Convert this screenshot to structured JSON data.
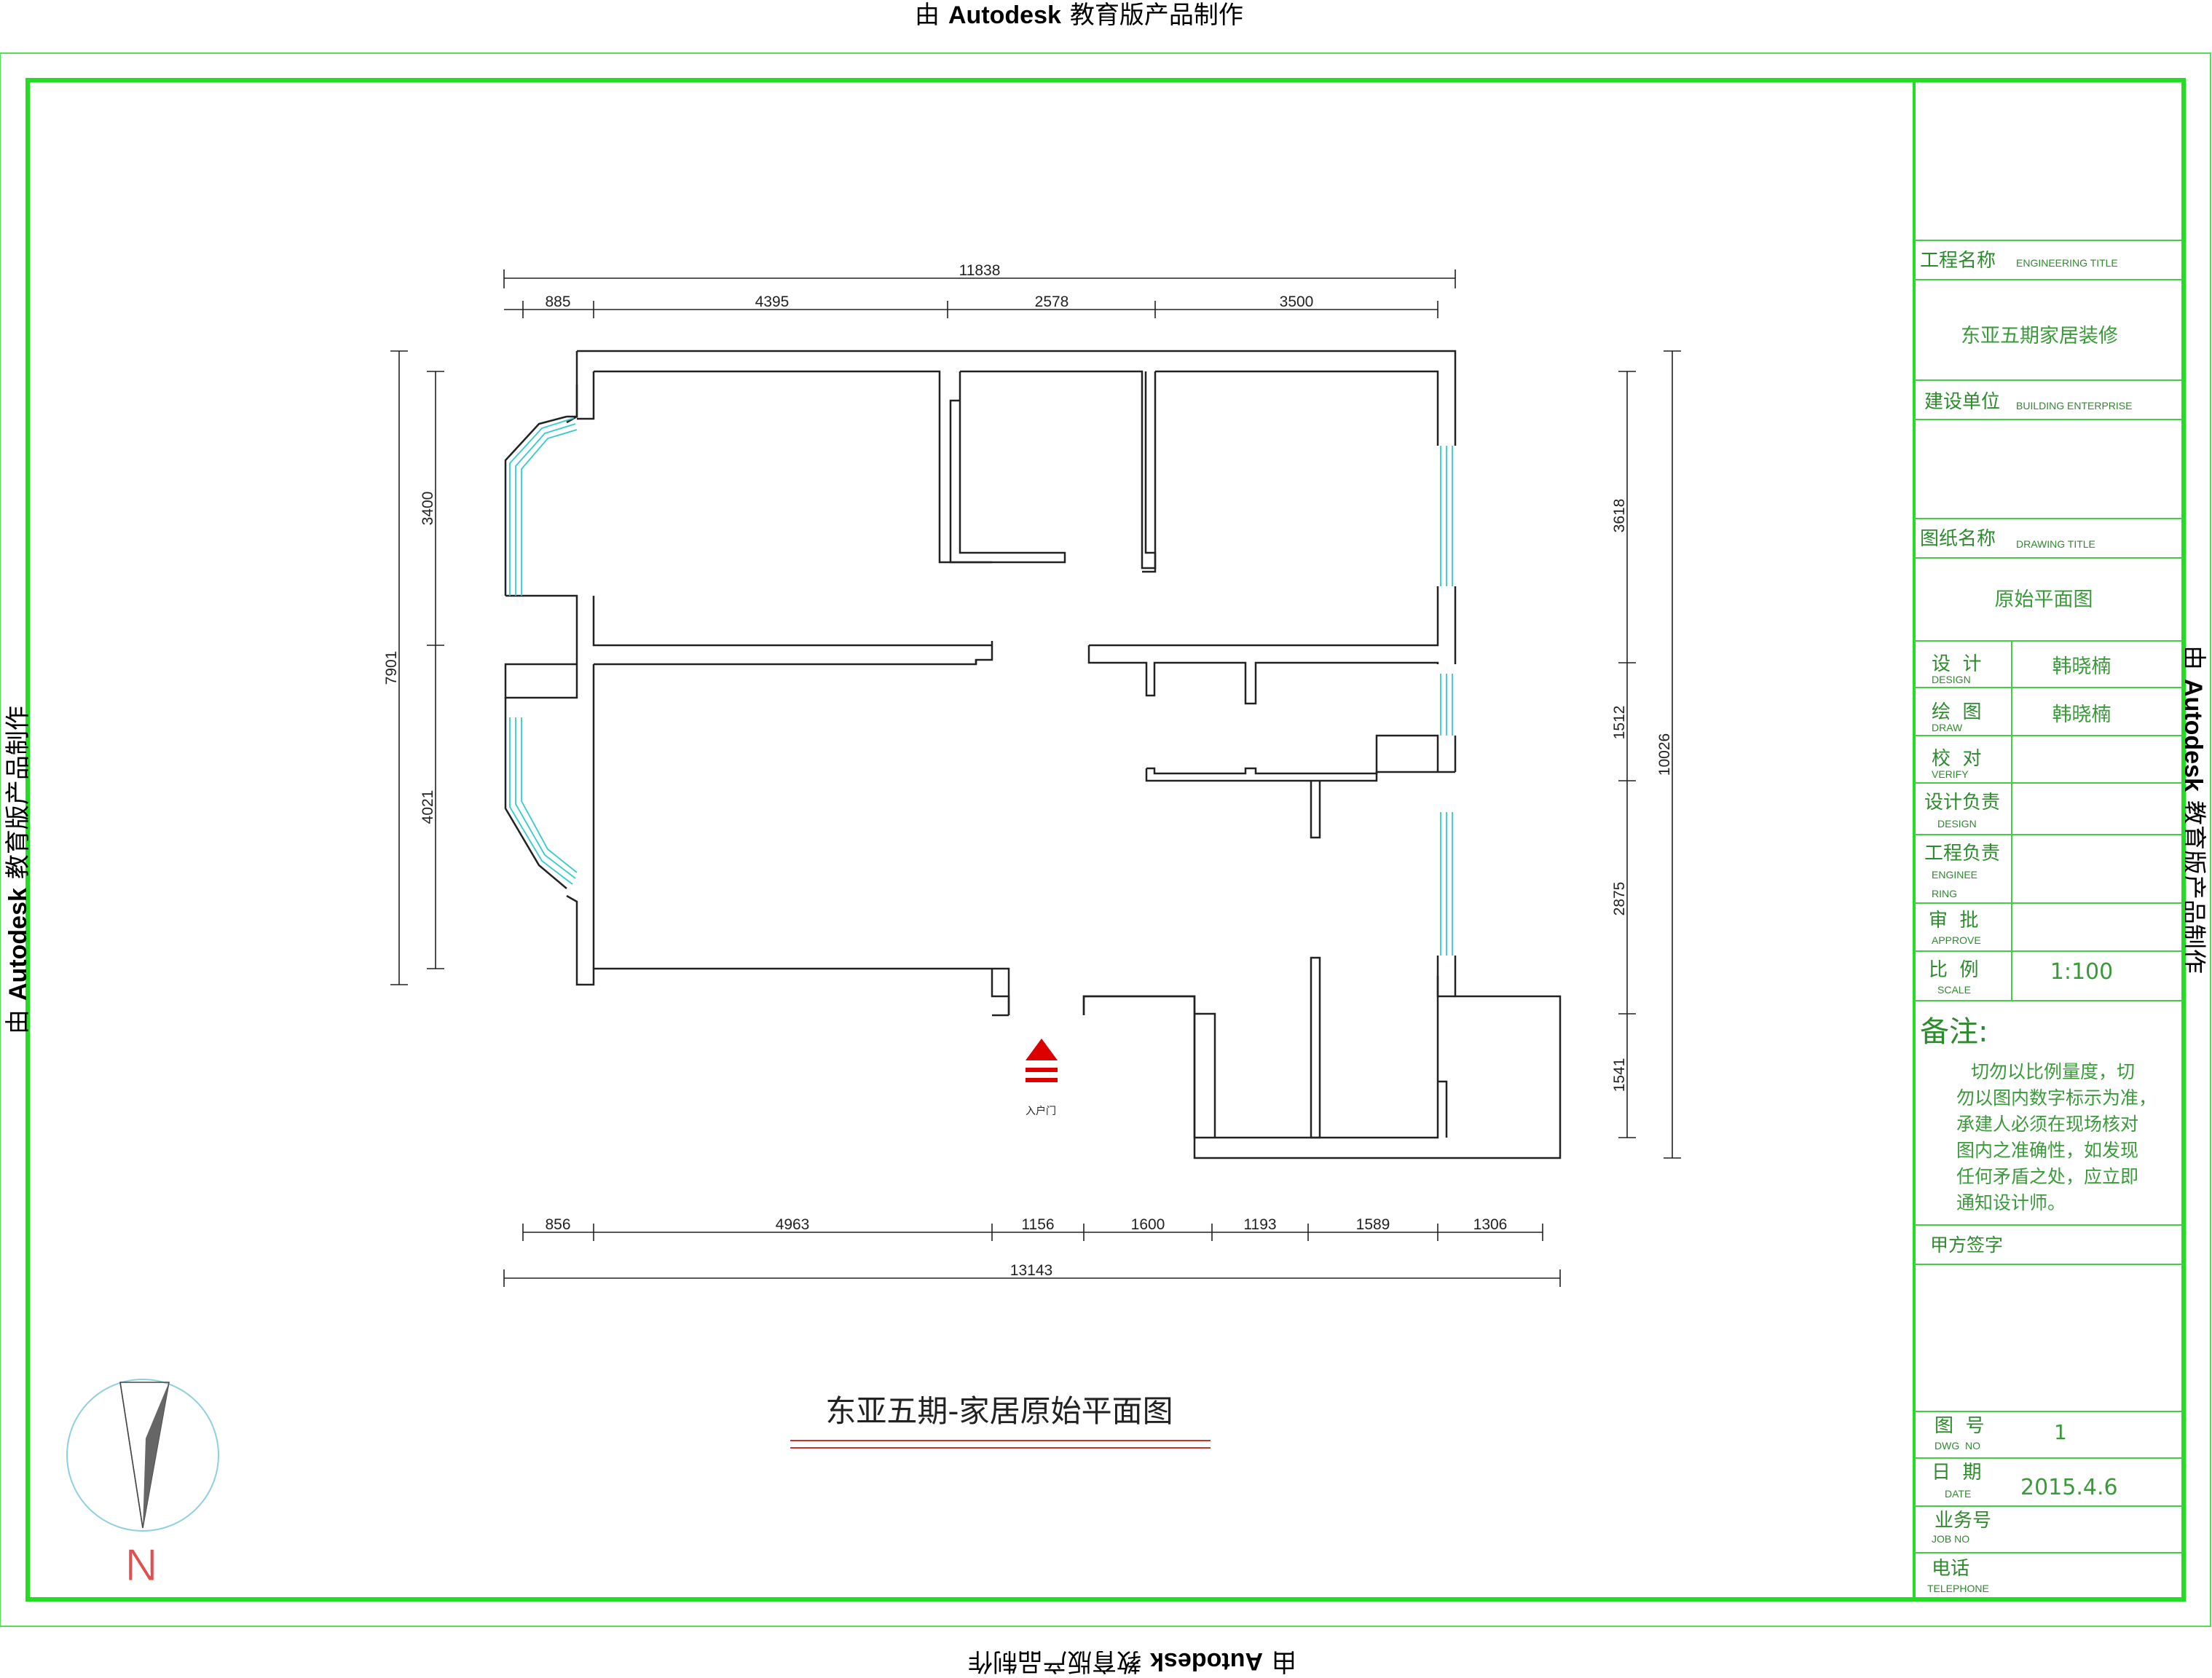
{
  "watermark": {
    "text_prefix": "由",
    "text_brand": "Autodesk",
    "text_suffix": "教育版产品制作"
  },
  "drawing": {
    "title": "东亚五期-家居原始平面图",
    "entrance_label": "入户门",
    "north_label": "N"
  },
  "dimensions": {
    "top_total": "11838",
    "top_segments": [
      "885",
      "4395",
      "2578",
      "3500"
    ],
    "bottom_total": "13143",
    "bottom_segments": [
      "856",
      "4963",
      "1156",
      "1600",
      "1193",
      "1589",
      "1306"
    ],
    "left_total": "7901",
    "left_segments": [
      "3400",
      "4021"
    ],
    "right_total": "10026",
    "right_segments": [
      "3618",
      "1512",
      "2875",
      "1541"
    ]
  },
  "title_block": {
    "engineering_title_cn": "工程名称",
    "engineering_title_en": "ENGINEERING TITLE",
    "engineering_title_value": "东亚五期家居装修",
    "building_enterprise_cn": "建设单位",
    "building_enterprise_en": "BUILDING ENTERPRISE",
    "drawing_title_cn": "图纸名称",
    "drawing_title_en": "DRAWING TITLE",
    "drawing_title_value": "原始平面图",
    "rows": [
      {
        "cn": "设  计",
        "en": "DESIGN",
        "value": "韩晓楠"
      },
      {
        "cn": "绘  图",
        "en": "DRAW",
        "value": "韩晓楠"
      },
      {
        "cn": "校  对",
        "en": "VERIFY",
        "value": ""
      },
      {
        "cn": "设计负责",
        "en": "DESIGN",
        "value": ""
      },
      {
        "cn": "工程负责",
        "en": "ENGINEE",
        "en2": "RING",
        "value": ""
      },
      {
        "cn": "审  批",
        "en": "APPROVE",
        "value": ""
      },
      {
        "cn": "比  例",
        "en": "SCALE",
        "value": "1:100"
      }
    ],
    "notes_label": "备注:",
    "notes_lines": [
      "切勿以比例量度，切",
      "勿以图内数字标示为准，",
      "承建人必须在现场核对",
      "图内之准确性，如发现",
      "任何矛盾之处，应立即",
      "通知设计师。"
    ],
    "client_sign": "甲方签字",
    "dwg_no_cn": "图  号",
    "dwg_no_en": "DWG  NO",
    "dwg_no_value": "1",
    "date_cn": "日  期",
    "date_en": "DATE",
    "date_value": "2015.4.6",
    "job_no_cn": "业务号",
    "job_no_en": "JOB NO",
    "telephone_cn": "电话",
    "telephone_en": "TELEPHONE"
  },
  "colors": {
    "frame_green": "#22dd22",
    "wall": "#222222",
    "window_cyan": "#33cccc",
    "entrance_red": "#dd0000",
    "title_underline": "#c83232",
    "compass": "#8ecfe0"
  }
}
